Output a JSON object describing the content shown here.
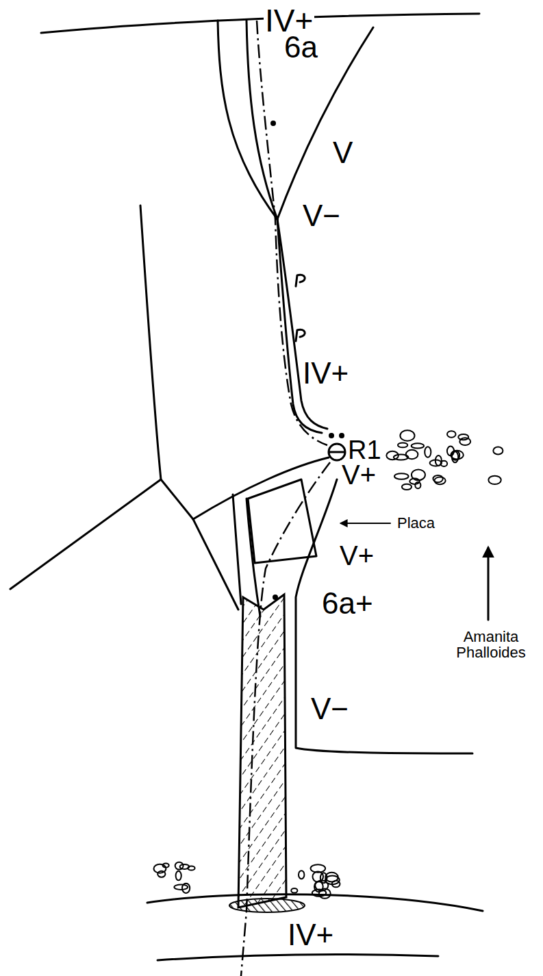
{
  "diagram": {
    "labels": [
      "IV+",
      "6a",
      "V",
      "V−",
      "IV+",
      "R1",
      "V+",
      "Placa",
      "V+",
      "6a+",
      "Amanita Phalloides",
      "V−",
      "IV+"
    ]
  }
}
